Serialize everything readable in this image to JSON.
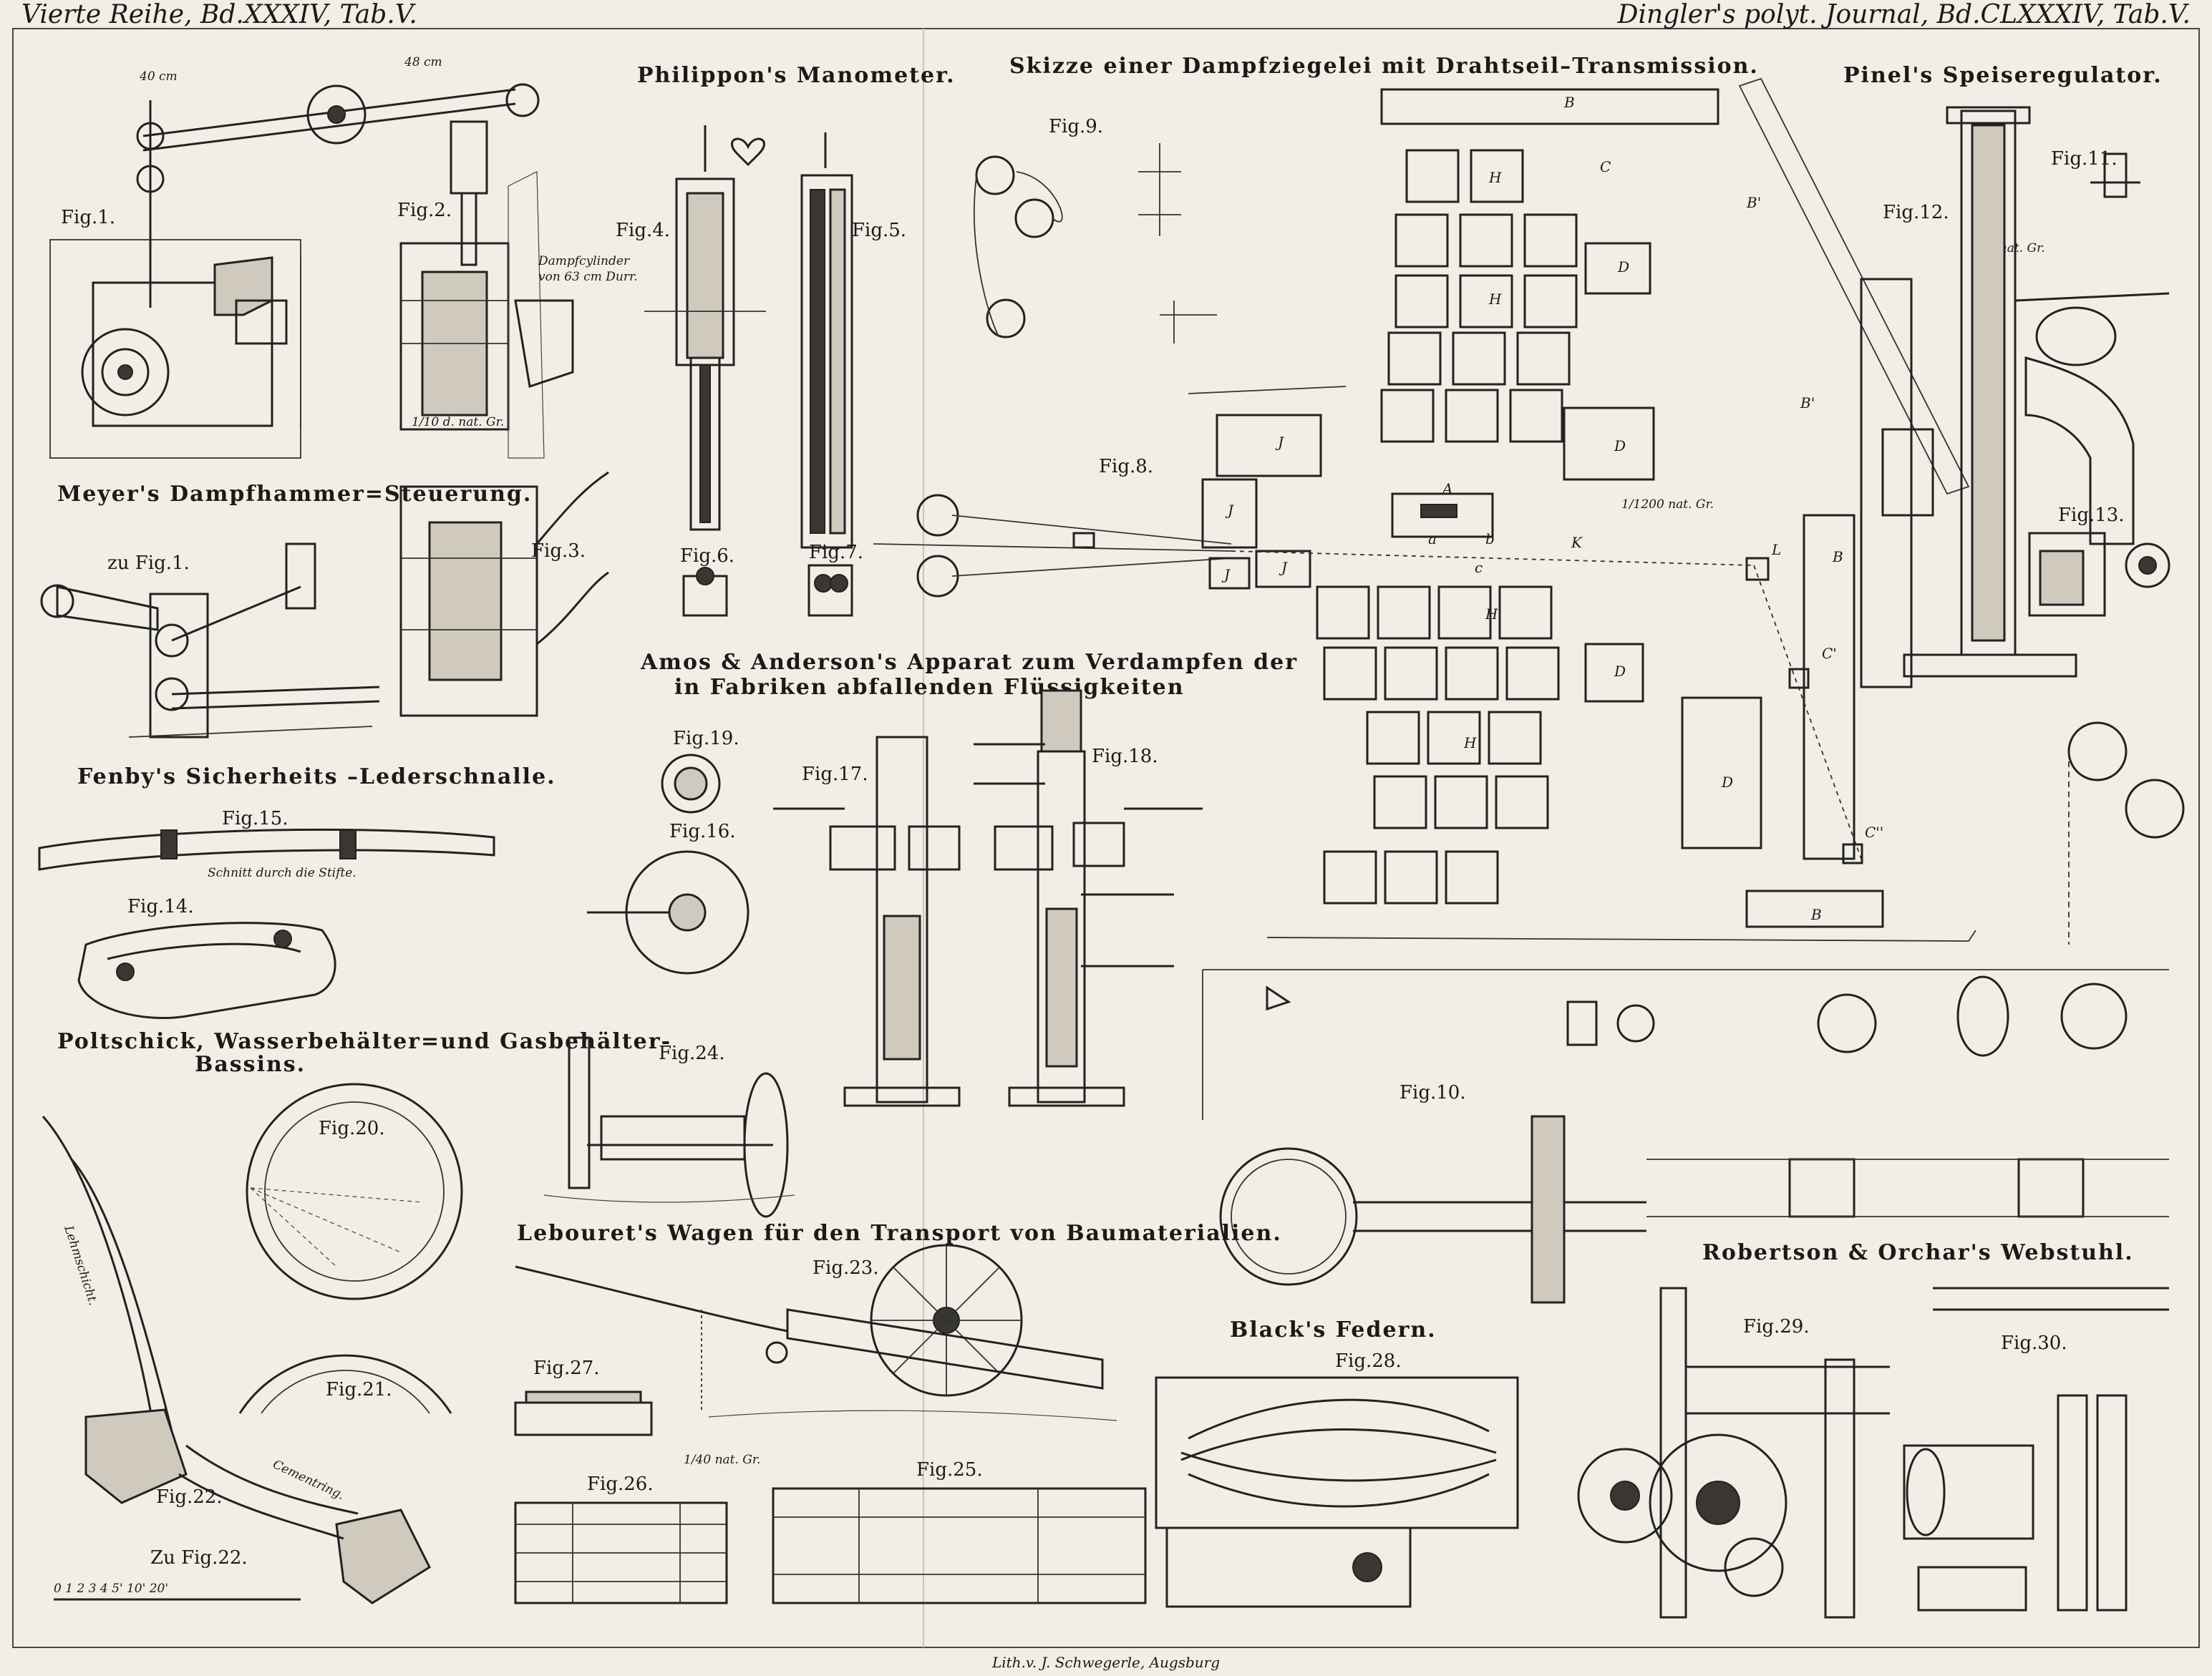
{
  "header": {
    "left": "Vierte Reihe, Bd.XXXIV, Tab.V.",
    "right": "Dingler's polyt. Journal, Bd.CLXXXIV, Tab.V."
  },
  "footer": "Lith.v. J. Schwegerle, Augsburg",
  "titles": {
    "meyer": "Meyer's Dampfhammer=Steuerung.",
    "philippon": "Philippon's Manometer.",
    "skizze": "Skizze einer Dampfziegelei mit Drahtseil–Transmission.",
    "pinel": "Pinel's Speiseregulator.",
    "amos_line1": "Amos & Anderson's Apparat zum Verdampfen der",
    "amos_line2": "in Fabriken abfallenden Flüssigkeiten",
    "fenby": "Fenby's Sicherheits –Lederschnalle.",
    "poltschick_line1": "Poltschick, Wasserbehälter=und Gasbehälter-",
    "poltschick_line2": "Bassins.",
    "lebouret": "Lebouret's Wagen für den Transport von Baumaterialien.",
    "black": "Black's Federn.",
    "robertson": "Robertson & Orchar's Webstuhl."
  },
  "figures": {
    "fig1": "Fig.1.",
    "zu_fig1": "zu Fig.1.",
    "fig2": "Fig.2.",
    "fig3": "Fig.3.",
    "fig4": "Fig.4.",
    "fig5": "Fig.5.",
    "fig6": "Fig.6.",
    "fig7": "Fig.7.",
    "fig8": "Fig.8.",
    "fig9": "Fig.9.",
    "fig10": "Fig.10.",
    "fig11": "Fig.11.",
    "fig12": "Fig.12.",
    "fig13": "Fig.13.",
    "fig14": "Fig.14.",
    "fig15": "Fig.15.",
    "fig16": "Fig.16.",
    "fig17": "Fig.17.",
    "fig18": "Fig.18.",
    "fig19": "Fig.19.",
    "fig20": "Fig.20.",
    "fig21": "Fig.21.",
    "fig22": "Fig.22.",
    "zu_fig22": "Zu Fig.22.",
    "fig23": "Fig.23.",
    "fig24": "Fig.24.",
    "fig25": "Fig.25.",
    "fig26": "Fig.26.",
    "fig27": "Fig.27.",
    "fig28": "Fig.28.",
    "fig29": "Fig.29.",
    "fig30": "Fig.30."
  },
  "annotations": {
    "dim_40cm": "40 cm",
    "dim_48cm": "48 cm",
    "dampfcylinder_1": "Dampfcylinder",
    "dampfcylinder_2": "von 63 cm Durr.",
    "scale_fig2": "1/10 d. nat. Gr.",
    "scale_fig8": "1/1200 nat. Gr.",
    "scale_fig12": "1/4 nat. Gr.",
    "scale_fig23": "1/40 nat. Gr.",
    "schnitt": "Schnitt durch die Stifte.",
    "lehmschicht": "Lehmschicht.",
    "cementring": "Cementring.",
    "scale_fig22": "0 1 2 3 4 5'     10'          20'"
  },
  "site_plan_letters": [
    "B",
    "H",
    "H",
    "H",
    "H",
    "J",
    "J",
    "J",
    "J",
    "A",
    "D",
    "D",
    "D",
    "D",
    "B'",
    "B'",
    "B",
    "B",
    "C",
    "C'",
    "C''",
    "K",
    "L",
    "a",
    "b",
    "c"
  ]
}
